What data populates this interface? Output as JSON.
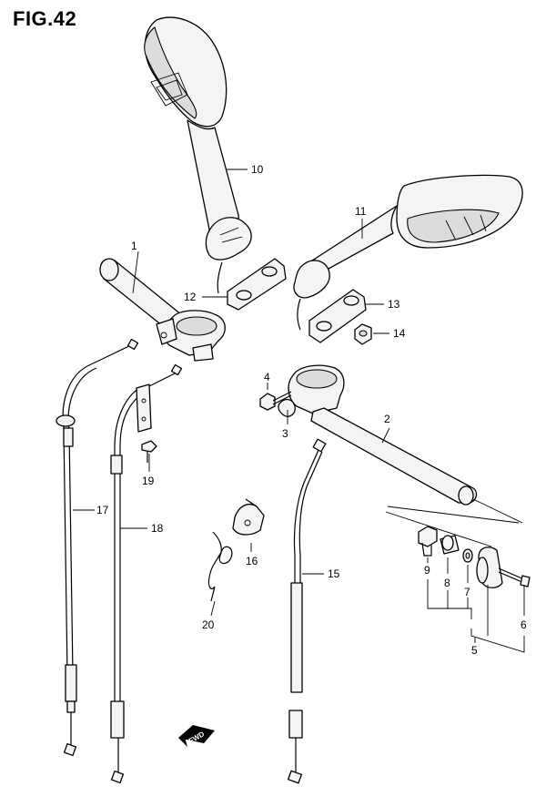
{
  "figure": {
    "title": "FIG.42",
    "fwd_label": "FWD"
  },
  "callouts": {
    "c1": "1",
    "c2": "2",
    "c3": "3",
    "c4": "4",
    "c5": "5",
    "c6": "6",
    "c7": "7",
    "c8": "8",
    "c9": "9",
    "c10": "10",
    "c11": "11",
    "c12": "12",
    "c13": "13",
    "c14": "14",
    "c15": "15",
    "c16": "16",
    "c17": "17",
    "c18": "18",
    "c19": "19",
    "c20": "20"
  }
}
